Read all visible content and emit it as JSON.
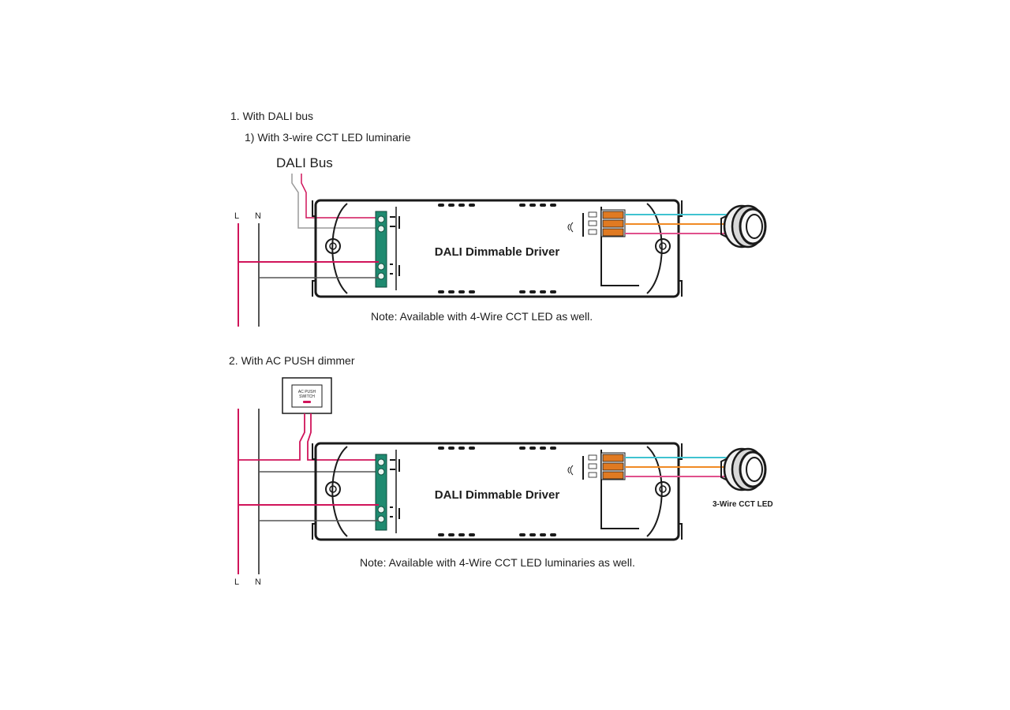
{
  "section1": {
    "heading": "1. With DALI bus",
    "subheading": "1)  With 3-wire CCT LED luminarie",
    "bus_label": "DALI Bus",
    "line_label": "L",
    "neutral_label": "N",
    "driver_label": "DALI Dimmable Driver",
    "note": "Note: Available with 4-Wire CCT LED as well."
  },
  "section2": {
    "heading": "2. With AC PUSH dimmer",
    "switch_label_line1": "AC PUSH",
    "switch_label_line2": "SWITCH",
    "line_label": "L",
    "neutral_label": "N",
    "driver_label": "DALI Dimmable Driver",
    "led_label": "3-Wire CCT LED",
    "note": "Note: Available with 4-Wire CCT LED luminaries as well."
  },
  "colors": {
    "wire_red": "#d0145a",
    "wire_gray": "#8a8a8a",
    "wire_cyan": "#3fc3d0",
    "wire_orange": "#f08a24",
    "wire_pink": "#e0508c",
    "terminal_green": "#1f8a70",
    "terminal_orange": "#e07a22",
    "outline": "#1a1a1a"
  }
}
